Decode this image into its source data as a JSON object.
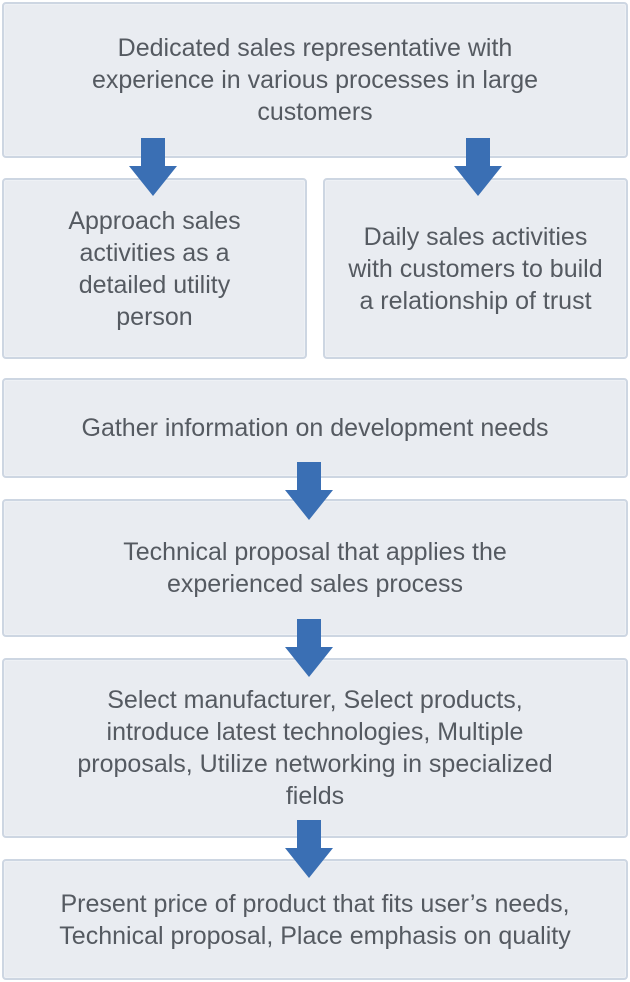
{
  "diagram": {
    "boxes": {
      "top": "Dedicated sales representative with experience in various processes in large customers",
      "left": "Approach sales activities as a detailed utility person",
      "right": "Daily sales activities with customers to build a relationship of trust",
      "gather": "Gather information on development needs",
      "technical": "Technical proposal that applies the experienced sales process",
      "select": "Select manufacturer, Select products, introduce latest technologies, Multiple proposals, Utilize networking in specialized fields",
      "present": "Present price of product that fits user’s needs, Technical proposal, Place emphasis on quality"
    },
    "colors": {
      "box_fill": "#e9ecf1",
      "box_border": "#cdd6e2",
      "text": "#555a61",
      "arrow": "#3a6fb4"
    }
  }
}
